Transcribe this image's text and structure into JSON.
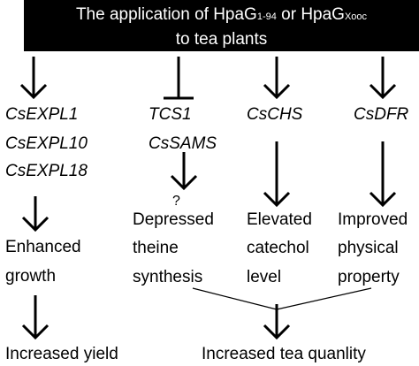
{
  "header": {
    "line1_a": "The application of HpaG",
    "line1_sub1": "1-94",
    "line1_b": " or HpaG",
    "line1_sub2": "Xooc",
    "line2": "to tea plants"
  },
  "col1": {
    "genes": [
      "CsEXPL1",
      "CsEXPL10",
      "CsEXPL18"
    ],
    "effect": [
      "Enhanced",
      "growth"
    ],
    "result": "Increased yield"
  },
  "col2": {
    "genes": [
      "TCS1",
      "CsSAMS"
    ],
    "unknown_mark": "?",
    "effect": [
      "Depressed",
      "theine",
      "synthesis"
    ]
  },
  "col3": {
    "genes": [
      "CsCHS"
    ],
    "effect": [
      "Elevated",
      "catechol",
      "level"
    ]
  },
  "col4": {
    "genes": [
      "CsDFR"
    ],
    "effect": [
      "Improved",
      "physical",
      "property"
    ]
  },
  "final_result": "Increased tea quanlity"
}
